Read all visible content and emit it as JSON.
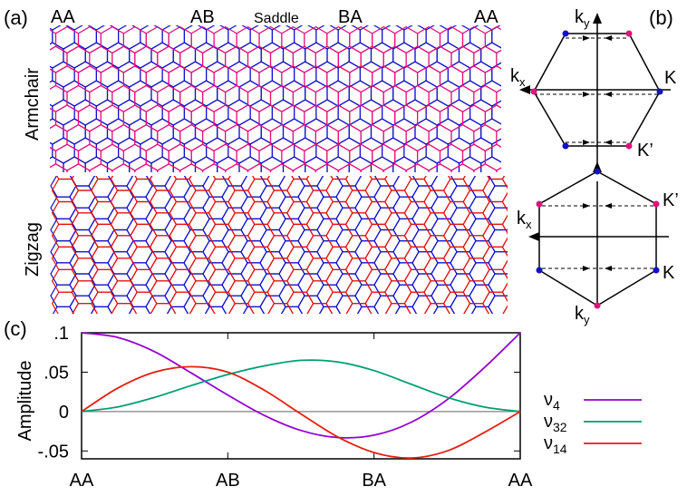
{
  "panel_labels": {
    "a": "(a)",
    "b": "(b)",
    "c": "(c)"
  },
  "stacking_labels": {
    "aa_left": "AA",
    "ab": "AB",
    "saddle": "Saddle",
    "ba": "BA",
    "aa_right": "AA"
  },
  "row_labels": {
    "armchair": "Armchair",
    "zigzag": "Zigzag"
  },
  "bz_labels": {
    "top": {
      "ky": "k",
      "ky_sub": "y",
      "kx": "k",
      "kx_sub": "x",
      "K": "K",
      "Kp": "K’"
    },
    "bottom": {
      "kx": "k",
      "kx_sub": "x",
      "ky": "k",
      "ky_sub": "y",
      "K": "K",
      "Kp": "K’"
    }
  },
  "colors": {
    "armchair_layer_1": "#1010c8",
    "armchair_layer_2": "#e0107c",
    "zigzag_layer_1": "#1010c8",
    "zigzag_layer_2": "#e01010",
    "bz_outline": "#000000",
    "bz_point_blue": "#1010c8",
    "bz_point_pink": "#e0107c",
    "nu4": "#9400d3",
    "nu32": "#009e73",
    "nu14": "#e51e10",
    "zero_line": "#808080"
  },
  "chart_data": {
    "type": "line",
    "xlabel": "",
    "ylabel": "Amplitude",
    "ylim": [
      -0.06,
      0.1
    ],
    "y_ticks": [
      0.1,
      0.05,
      0,
      -0.05
    ],
    "y_tick_labels": [
      ".1",
      ".05",
      "0",
      "-.05"
    ],
    "x_ticks": [
      0,
      1,
      2,
      3
    ],
    "x_tick_labels": [
      "AA",
      "AB",
      "BA",
      "AA"
    ],
    "xlim": [
      0,
      3
    ],
    "series": [
      {
        "name": "ν4",
        "name_base": "ν",
        "name_sub": "4",
        "x": [
          0,
          0.25,
          0.5,
          0.75,
          1,
          1.25,
          1.5,
          1.75,
          2,
          2.25,
          2.5,
          2.75,
          3
        ],
        "y": [
          0.1,
          0.094,
          0.076,
          0.049,
          0.021,
          -0.005,
          -0.024,
          -0.033,
          -0.03,
          -0.014,
          0.015,
          0.055,
          0.1
        ]
      },
      {
        "name": "ν32",
        "name_base": "ν",
        "name_sub": "32",
        "x": [
          0,
          0.25,
          0.5,
          0.75,
          1,
          1.25,
          1.5,
          1.75,
          2,
          2.25,
          2.5,
          2.75,
          3
        ],
        "y": [
          0.0,
          0.006,
          0.018,
          0.033,
          0.047,
          0.058,
          0.065,
          0.063,
          0.052,
          0.035,
          0.018,
          0.006,
          0.0
        ]
      },
      {
        "name": "ν14",
        "name_base": "ν",
        "name_sub": "14",
        "x": [
          0,
          0.25,
          0.5,
          0.75,
          1,
          1.25,
          1.5,
          1.75,
          2,
          2.25,
          2.5,
          2.75,
          3
        ],
        "y": [
          0.0,
          0.03,
          0.05,
          0.057,
          0.05,
          0.027,
          -0.003,
          -0.032,
          -0.052,
          -0.059,
          -0.05,
          -0.027,
          0.0
        ]
      }
    ]
  }
}
